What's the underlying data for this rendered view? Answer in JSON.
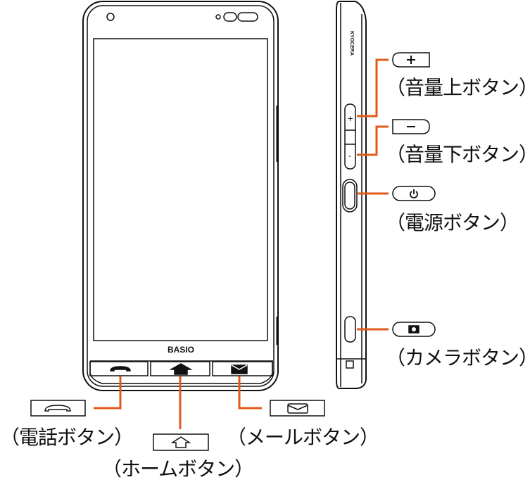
{
  "front": {
    "brand": "BASIO"
  },
  "side": {
    "maker_logo": "KYOCERA"
  },
  "colors": {
    "leader": "#e05a1a",
    "outline": "#111111"
  },
  "callouts": {
    "volume_up": {
      "label": "（音量上ボタン）",
      "icon": "plus-icon"
    },
    "volume_down": {
      "label": "（音量下ボタン）",
      "icon": "minus-icon"
    },
    "power": {
      "label": "（電源ボタン）",
      "icon": "power-icon"
    },
    "camera": {
      "label": "（カメラボタン）",
      "icon": "camera-icon"
    },
    "phone": {
      "label": "（電話ボタン）",
      "icon": "phone-icon"
    },
    "home": {
      "label": "（ホームボタン）",
      "icon": "home-icon"
    },
    "mail": {
      "label": "（メールボタン）",
      "icon": "mail-icon"
    }
  }
}
